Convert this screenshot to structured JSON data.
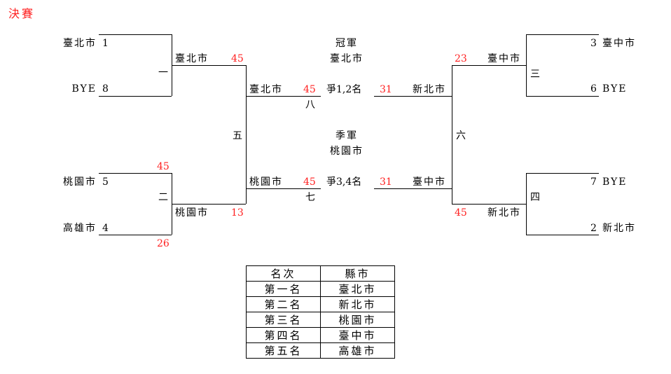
{
  "title": "決賽",
  "left": {
    "seeds": [
      {
        "name": "臺北市",
        "seed": "1"
      },
      {
        "name": "BYE",
        "seed": "8"
      },
      {
        "name": "桃園市",
        "seed": "5"
      },
      {
        "name": "高雄市",
        "seed": "4"
      }
    ],
    "match2_scores": {
      "top": "45",
      "bottom": "26"
    },
    "match_labels": {
      "m1": "一",
      "m2": "二",
      "m5": "五",
      "m8": "八",
      "m7": "七"
    },
    "r2": [
      {
        "name": "臺北市",
        "score": "45"
      },
      {
        "name": "桃園市",
        "score": "13"
      }
    ],
    "semi": [
      {
        "name": "臺北市",
        "score": "45"
      },
      {
        "name": "桃園市",
        "score": "45"
      }
    ]
  },
  "center": {
    "champion_label": "冠軍",
    "champion": "臺北市",
    "final_label": "爭1,2名",
    "final_score": "31",
    "third_label": "季軍",
    "third": "桃園市",
    "third_match_label": "爭3,4名",
    "third_score": "31"
  },
  "right": {
    "seeds": [
      {
        "name": "臺中市",
        "seed": "3"
      },
      {
        "name": "BYE",
        "seed": "6"
      },
      {
        "name": "BYE",
        "seed": "7"
      },
      {
        "name": "新北市",
        "seed": "2"
      }
    ],
    "match_labels": {
      "m3": "三",
      "m4": "四",
      "m6": "六"
    },
    "r2": [
      {
        "name": "臺中市",
        "score": "23"
      },
      {
        "name": "新北市",
        "score": "45"
      }
    ],
    "semi": [
      {
        "name": "新北市"
      },
      {
        "name": "臺中市"
      }
    ]
  },
  "ranking": {
    "headers": [
      "名次",
      "縣市"
    ],
    "rows": [
      [
        "第一名",
        "臺北市"
      ],
      [
        "第二名",
        "新北市"
      ],
      [
        "第三名",
        "桃園市"
      ],
      [
        "第四名",
        "臺中市"
      ],
      [
        "第五名",
        "高雄市"
      ]
    ]
  },
  "colors": {
    "score": "#ff2020",
    "line": "#000000"
  }
}
